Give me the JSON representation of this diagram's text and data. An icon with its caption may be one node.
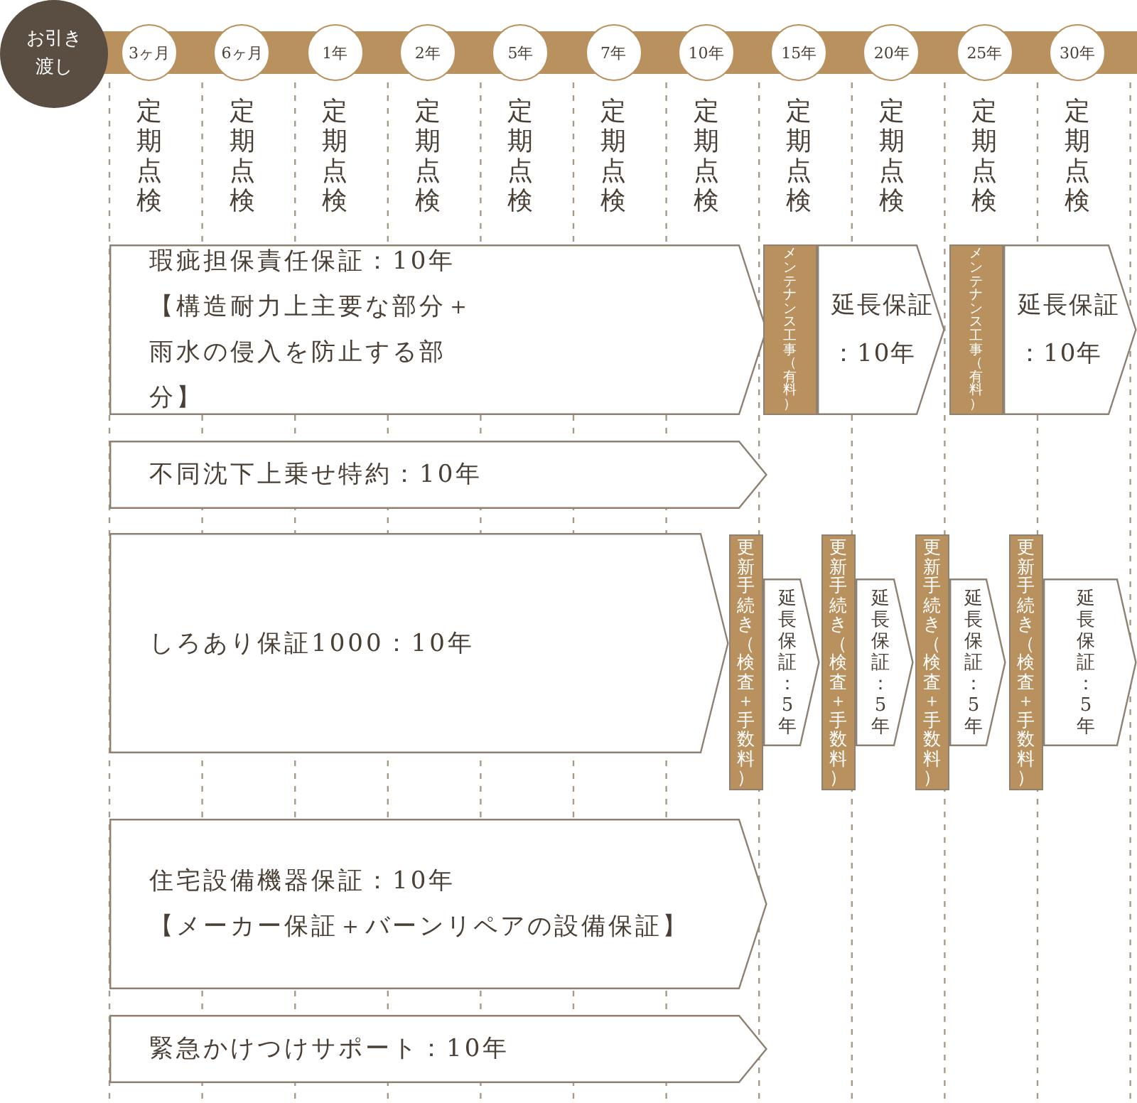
{
  "diagram": {
    "nodes": [
      {
        "text": [
          "お引き渡し"
        ]
      },
      {
        "text": [
          "3ヶ月"
        ],
        "beside": [
          "定期点検"
        ]
      },
      {
        "text": [
          "6ヶ月"
        ],
        "beside": [
          "定期点検"
        ]
      },
      {
        "text": [
          "1年"
        ],
        "beside": [
          "定期点検"
        ]
      },
      {
        "text": [
          "2年"
        ],
        "beside": [
          "定期点検"
        ]
      },
      {
        "text": [
          "5年"
        ],
        "beside": [
          "定期点検"
        ]
      },
      {
        "text": [
          "7年"
        ],
        "beside": [
          "定期点検"
        ]
      },
      {
        "text": [
          "10年"
        ],
        "beside": [
          "定期点検"
        ]
      },
      {
        "text": [
          "15年"
        ],
        "beside": [
          "定期点検"
        ]
      },
      {
        "text": [
          "20年"
        ],
        "beside": [
          "定期点検"
        ]
      },
      {
        "text": [
          "25年"
        ],
        "beside": [
          "定期点検"
        ]
      },
      {
        "text": [
          "30年"
        ],
        "beside": [
          "定期点検"
        ]
      },
      {
        "text": [
          "瑕疵担保責任保証：10年",
          "【構造耐力上主要な部分＋雨水の侵入を防止する部分】"
        ]
      },
      {
        "text": [
          "メンテナンス工事（有料）"
        ]
      },
      {
        "text": [
          "延長保証：10年"
        ]
      },
      {
        "text": [
          "メンテナンス工事（有料）"
        ]
      },
      {
        "text": [
          "延長保証：10年"
        ]
      },
      {
        "text": [
          "不同沈下上乗せ特約：10年"
        ]
      },
      {
        "text": [
          "しろあり保証1000：10年"
        ]
      },
      {
        "text": [
          "更新手続き（検査＋手数料）"
        ]
      },
      {
        "text": [
          "延長保証：5年"
        ]
      },
      {
        "text": [
          "更新手続き（検査＋手数料）"
        ]
      },
      {
        "text": [
          "延長保証：5年"
        ]
      },
      {
        "text": [
          "更新手続き（検査＋手数料）"
        ]
      },
      {
        "text": [
          "延長保証：5年"
        ]
      },
      {
        "text": [
          "更新手続き（検査＋手数料）"
        ]
      },
      {
        "text": [
          "延長保証：5年"
        ]
      },
      {
        "text": [
          "住宅設備機器保証：10年",
          "【メーカー保証＋バーンリペアの設備保証】"
        ]
      },
      {
        "text": [
          "緊急かけつけサポート：10年"
        ]
      }
    ]
  }
}
